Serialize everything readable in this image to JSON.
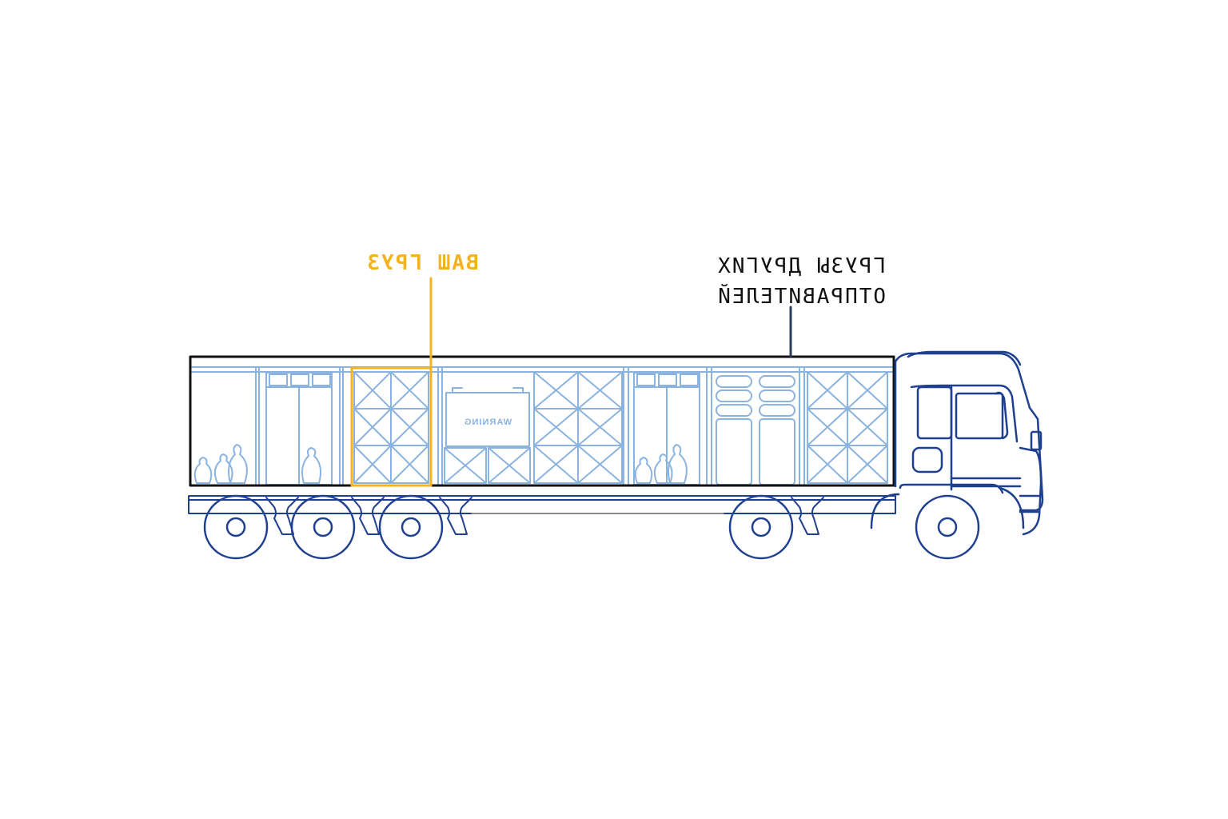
{
  "labels": {
    "your_cargo": "ВАШ ГРУЗ",
    "others_line1": "ГРУЗЫ ДРУГИХ",
    "others_line2": "ОТПРАВИТЕЛЕЙ",
    "warning_sign": "WARNING"
  },
  "colors": {
    "highlight": "#f6b21c",
    "outline": "#111111",
    "truck": "#1f3f8f",
    "cargo": "#8bb3e0"
  },
  "icons": [
    "truck-cab-icon",
    "cargo-box-icon",
    "sack-icon",
    "wheel-icon"
  ]
}
